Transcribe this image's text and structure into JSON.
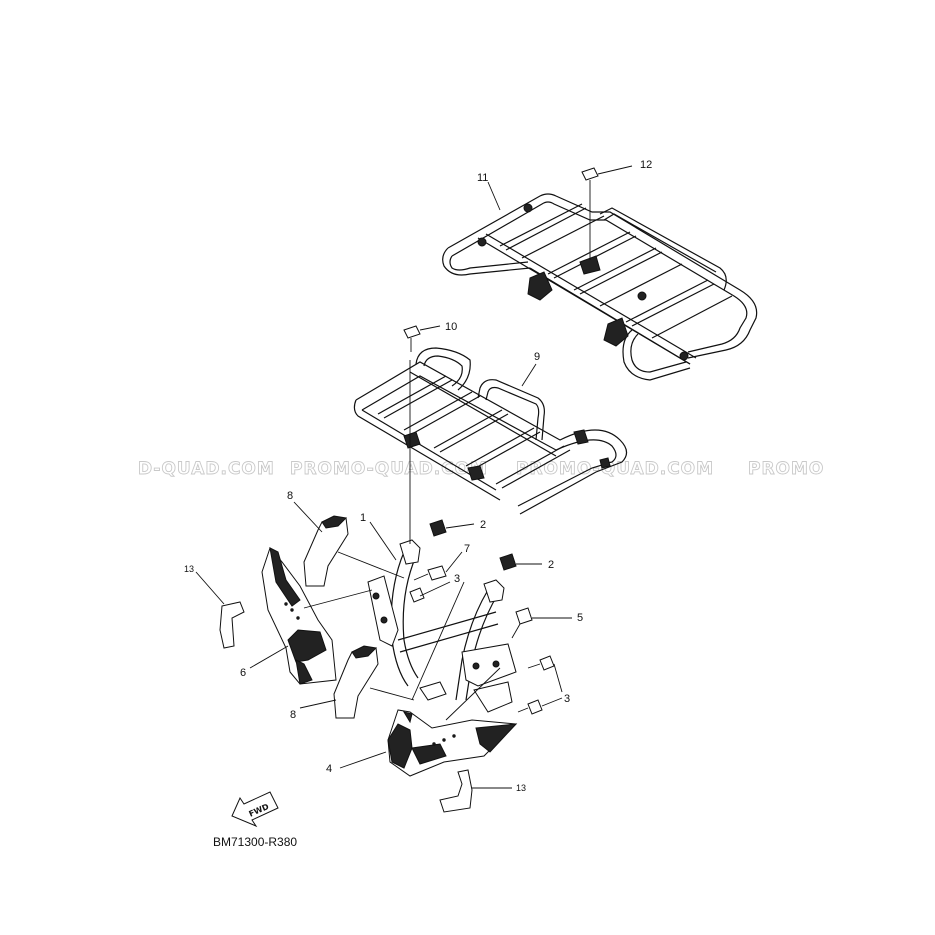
{
  "diagram": {
    "reference_code": "BM71300-R380",
    "direction_label": "FWD",
    "watermarks": [
      "D-QUAD.COM",
      "PROMO-QUAD.COM",
      "PROMO-QUAD.COM",
      "PROMO"
    ],
    "callouts": {
      "c1": "1",
      "c2a": "2",
      "c2b": "2",
      "c3a": "3",
      "c3b": "3",
      "c4": "4",
      "c5": "5",
      "c6": "6",
      "c7": "7",
      "c8a": "8",
      "c8b": "8",
      "c9": "9",
      "c10": "10",
      "c11": "11",
      "c12": "12",
      "c13a": "13",
      "c13b": "13"
    }
  }
}
